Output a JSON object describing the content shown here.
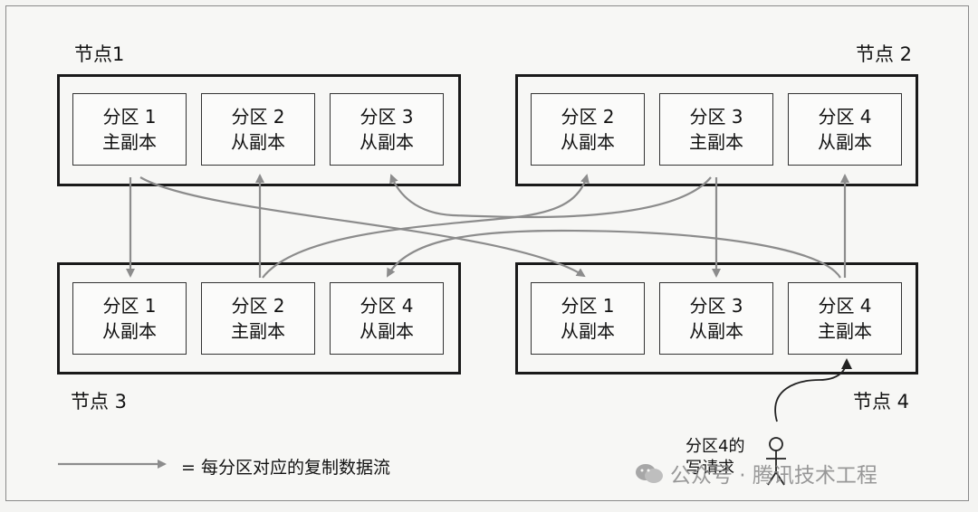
{
  "nodes": [
    {
      "label": "节点1",
      "partitions": [
        {
          "line1": "分区 1",
          "line2": "主副本"
        },
        {
          "line1": "分区 2",
          "line2": "从副本"
        },
        {
          "line1": "分区 3",
          "line2": "从副本"
        }
      ]
    },
    {
      "label": "节点 2",
      "partitions": [
        {
          "line1": "分区 2",
          "line2": "从副本"
        },
        {
          "line1": "分区 3",
          "line2": "主副本"
        },
        {
          "line1": "分区 4",
          "line2": "从副本"
        }
      ]
    },
    {
      "label": "节点 3",
      "partitions": [
        {
          "line1": "分区 1",
          "line2": "从副本"
        },
        {
          "line1": "分区 2",
          "line2": "主副本"
        },
        {
          "line1": "分区 4",
          "line2": "从副本"
        }
      ]
    },
    {
      "label": "节点 4",
      "partitions": [
        {
          "line1": "分区 1",
          "line2": "从副本"
        },
        {
          "line1": "分区 3",
          "line2": "从副本"
        },
        {
          "line1": "分区 4",
          "line2": "主副本"
        }
      ]
    }
  ],
  "legend": {
    "text": "= 每分区对应的复制数据流"
  },
  "write_request": {
    "line1": "分区4的",
    "line2": "写请求"
  },
  "watermark": {
    "text": "公众号 · 腾讯技术工程"
  },
  "colors": {
    "arrow": "#8c8c8c",
    "border": "#1a1a1a",
    "background": "#f7f7f5"
  }
}
